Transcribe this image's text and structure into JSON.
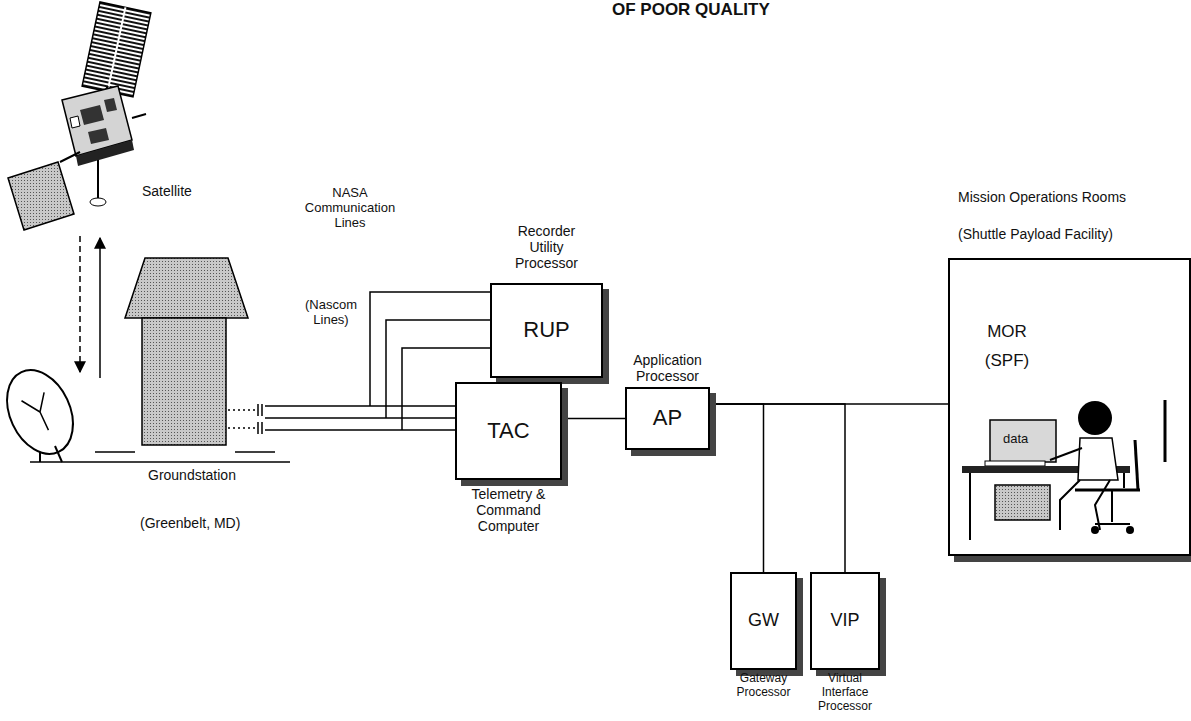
{
  "diagram": {
    "nodes": [
      {
        "text": [
          "Recorder Utility Processor",
          "RUP"
        ]
      },
      {
        "text": [
          "TAC",
          "Telemetry & Command Computer"
        ]
      },
      {
        "text": [
          "Application Processor",
          "AP"
        ]
      },
      {
        "text": [
          "Mission Operations Rooms (Shuttle Payload Facility)",
          "MOR (SPF)"
        ]
      },
      {
        "text": [
          "GW",
          "Gateway Processor"
        ]
      },
      {
        "text": [
          "VIP",
          "Virtual Interface Processor"
        ]
      }
    ],
    "edges": [
      {
        "from": 1,
        "to": 2,
        "arrow": "none"
      },
      {
        "from": 2,
        "to": 3,
        "arrow": "none"
      },
      {
        "from": 2,
        "to": 4,
        "arrow": "none"
      },
      {
        "from": 2,
        "to": 5,
        "arrow": "none"
      }
    ],
    "labels": [
      "OF POOR QUALITY",
      "Satellite",
      "NASA Communication Lines",
      "(Nascom Lines)",
      "Groundstation",
      "(Greenbelt, MD)",
      "data"
    ]
  }
}
